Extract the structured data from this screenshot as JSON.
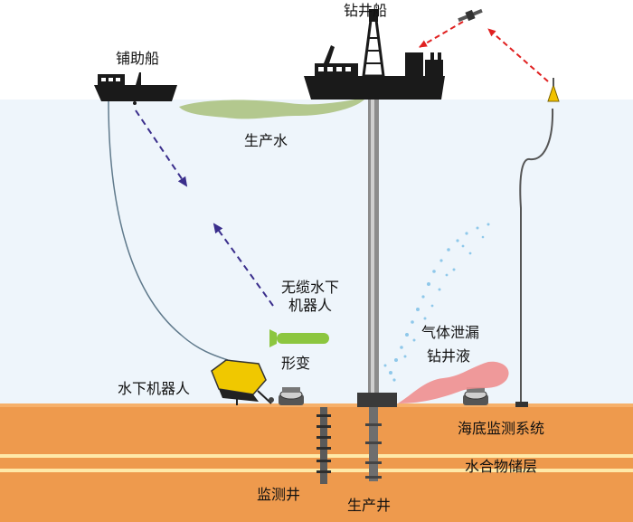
{
  "labels": {
    "drill_ship": "钻井船",
    "support_vessel": "铺助船",
    "produced_water": "生产水",
    "untethered_robot": [
      "无缆水下",
      "机器人"
    ],
    "deformation": "形变",
    "gas_leak": "气体泄漏",
    "drilling_fluid": "钻井液",
    "underwater_robot": "水下机器人",
    "seabed_monitoring": "海底监测系统",
    "hydrate_reservoir": "水合物储层",
    "monitoring_well": "监测井",
    "production_well": "生产井"
  },
  "colors": {
    "sky": "#ffffff",
    "sea": "#eef5fb",
    "seabed": "#ee9a4d",
    "reservoir_band": "#ffe9a8",
    "produced_water": "#a8c07a",
    "drilling_fluid": "#ee8f8f",
    "robot_body": "#f0c800",
    "untethered_robot": "#8cc63f",
    "signal_arrow": "#e02020",
    "data_arrow": "#3a2e8c",
    "vessel": "#1a1a1a"
  }
}
